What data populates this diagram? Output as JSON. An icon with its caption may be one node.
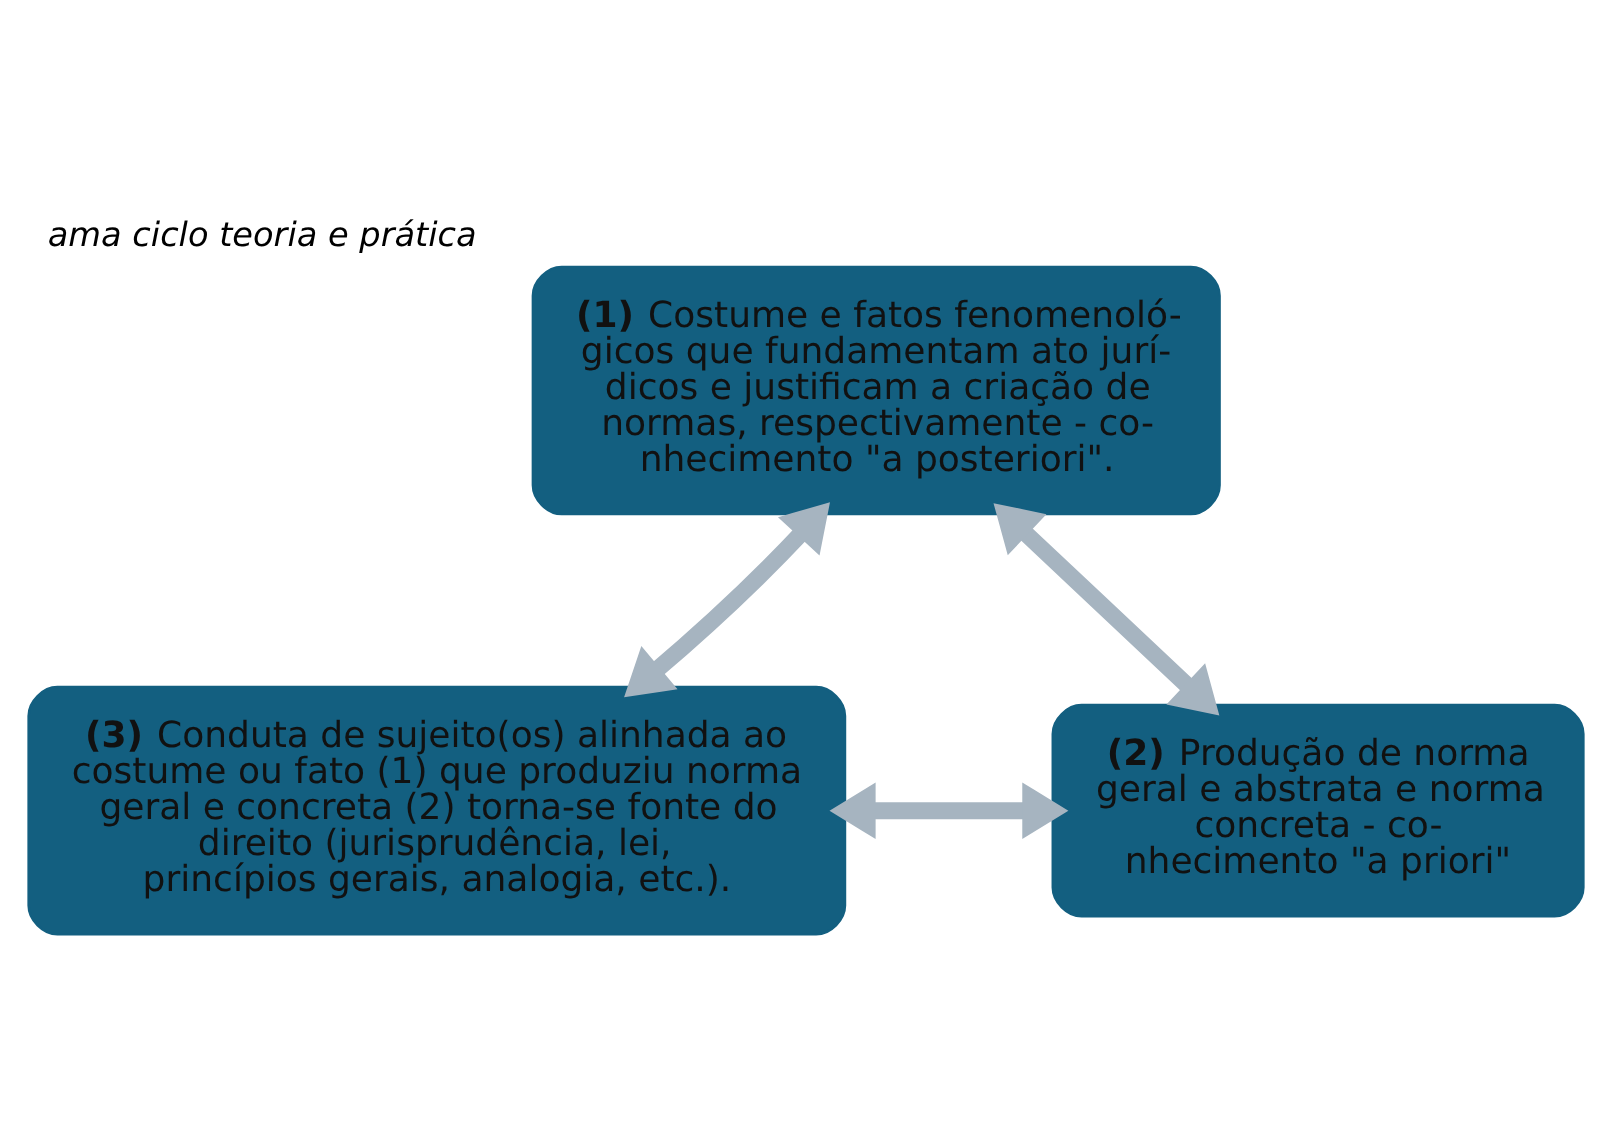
{
  "diagram": {
    "title": "ama ciclo teoria e prática",
    "nodes": [
      {
        "text": [
          "**(1)** Costume e fatos fenomenoló- gicos que fundamentam ato jurí- dicos e justificam a criação de normas, respectivamente - co- nhecimento \"a posteriori\"."
        ]
      },
      {
        "text": [
          "**(3)** Conduta de sujeito(os) alinhada ao costume ou fato (1) que produziu norma geral e concreta (2) torna-se fonte do direito (jurisprudência, lei, princípios gerais, analogia, etc.)."
        ]
      },
      {
        "text": [
          "**(2)** Produção de norma geral e abstrata e norma concreta - co- nhecimento \"a priori\""
        ]
      }
    ],
    "edges": [
      {
        "from": 1,
        "to": 0,
        "arrow": "both"
      },
      {
        "from": 0,
        "to": 2,
        "arrow": "both"
      },
      {
        "from": 1,
        "to": 2,
        "arrow": "both"
      }
    ]
  }
}
